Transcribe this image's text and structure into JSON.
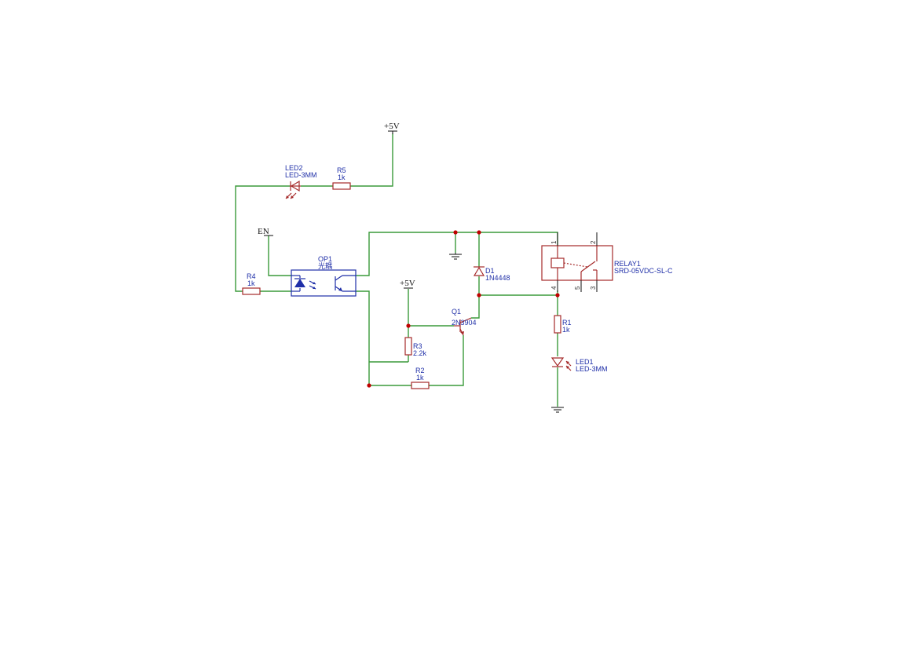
{
  "power": {
    "vcc_top": "+5V",
    "vcc_mid": "+5V",
    "enable": "EN"
  },
  "components": {
    "led2": {
      "ref": "LED2",
      "value": "LED-3MM"
    },
    "r5": {
      "ref": "R5",
      "value": "1k"
    },
    "r4": {
      "ref": "R4",
      "value": "1k"
    },
    "op1": {
      "ref": "OP1",
      "value": "光耦"
    },
    "d1": {
      "ref": "D1",
      "value": "1N4448"
    },
    "relay1": {
      "ref": "RELAY1",
      "value": "SRD-05VDC-SL-C",
      "pins": [
        "1",
        "2",
        "4",
        "5",
        "3"
      ]
    },
    "q1": {
      "ref": "Q1",
      "value": "2N3904"
    },
    "r3": {
      "ref": "R3",
      "value": "2.2k"
    },
    "r2": {
      "ref": "R2",
      "value": "1k"
    },
    "r1": {
      "ref": "R1",
      "value": "1k"
    },
    "led1": {
      "ref": "LED1",
      "value": "LED-3MM"
    }
  },
  "colors": {
    "wire": "#3a9a3a",
    "component": "#a52a2a",
    "label": "#1f2fa8",
    "junction": "#c00000"
  }
}
